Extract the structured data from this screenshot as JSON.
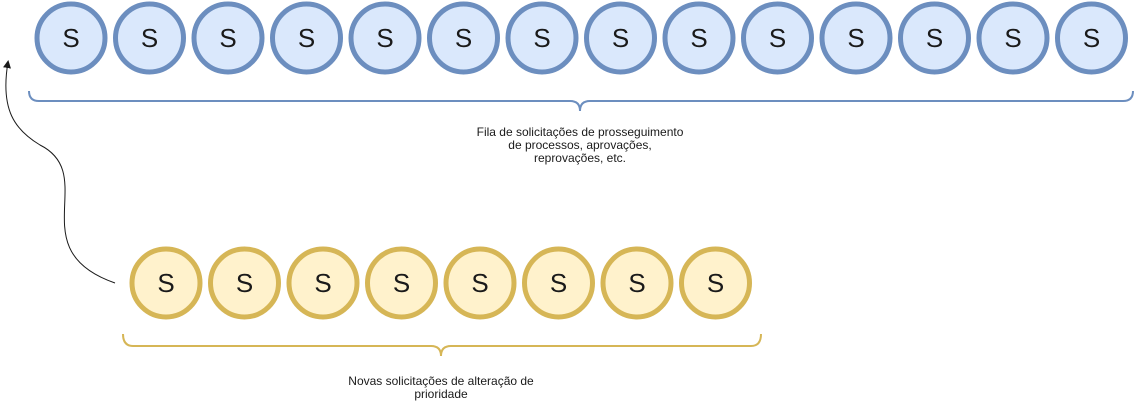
{
  "queues": {
    "main": {
      "item_label": "S",
      "count": 14,
      "fill": "#dae8fc",
      "stroke": "#6c8ebf",
      "caption_lines": [
        "Fila de solicitações de prosseguimento",
        "de processos, aprovações,",
        "reprovações, etc."
      ]
    },
    "priority": {
      "item_label": "S",
      "count": 8,
      "fill": "#fff2cc",
      "stroke": "#d6b656",
      "caption_lines": [
        "Novas solicitações de alteração de",
        "prioridade"
      ]
    }
  },
  "colors": {
    "arrow": "#1a1a1a"
  }
}
